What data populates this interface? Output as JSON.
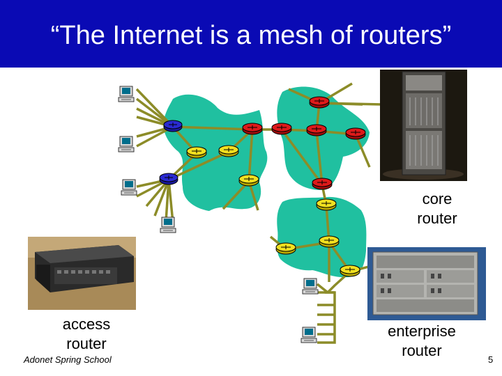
{
  "title": "“The Internet is a mesh of routers”",
  "labels": {
    "core_router": "core router",
    "access_router": "access router",
    "enterprise_router": "enterprise router"
  },
  "footer": {
    "left": "Adonet Spring School",
    "page_number": "5"
  },
  "colors": {
    "title_bar": "#0a0ab4",
    "network_cloud": "#20c0a0",
    "link_line": "#8c8c28",
    "core_router": "#cc1111",
    "access_router": "#1a1aa0",
    "edge_router": "#e8d820"
  },
  "icons": {
    "host": "desktop-computer-icon",
    "router": "router-disc-icon"
  }
}
